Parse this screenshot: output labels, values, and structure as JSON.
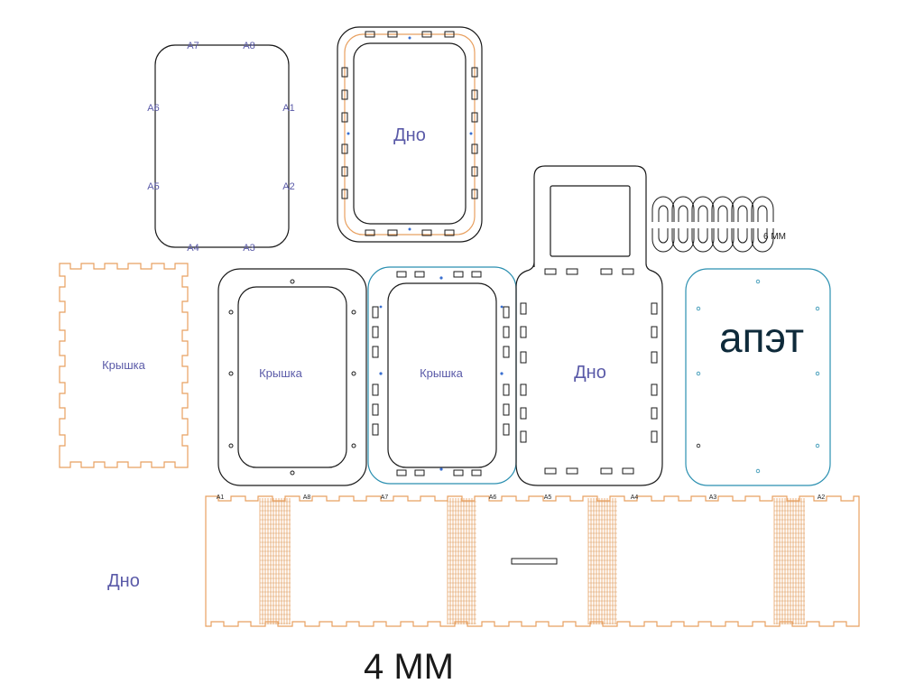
{
  "colors": {
    "black": "#1a1a1a",
    "orange": "#e8a060",
    "teal": "#2a8fb0",
    "label": "#5a5aa8",
    "dot": "#3a6fd0",
    "dark": "#222222"
  },
  "pieces": {
    "template": {
      "pins": [
        "A7",
        "A8",
        "A6",
        "A1",
        "A5",
        "A2",
        "A4",
        "A3"
      ]
    },
    "bottom_top": {
      "label": "Дно"
    },
    "lid_orange": {
      "label": "Крышка"
    },
    "lid_black": {
      "label": "Крышка"
    },
    "lid_teal": {
      "label": "Крышка"
    },
    "bottom_handle": {
      "label": "Дно"
    },
    "apet": {
      "label": "апэт"
    },
    "clips": {
      "label": "6 ММ"
    },
    "strip": {
      "pins": [
        "A1",
        "A8",
        "A7",
        "A6",
        "A5",
        "A4",
        "A3",
        "A2"
      ],
      "side_label": "Дно"
    }
  },
  "thickness_label": "4 ММ"
}
